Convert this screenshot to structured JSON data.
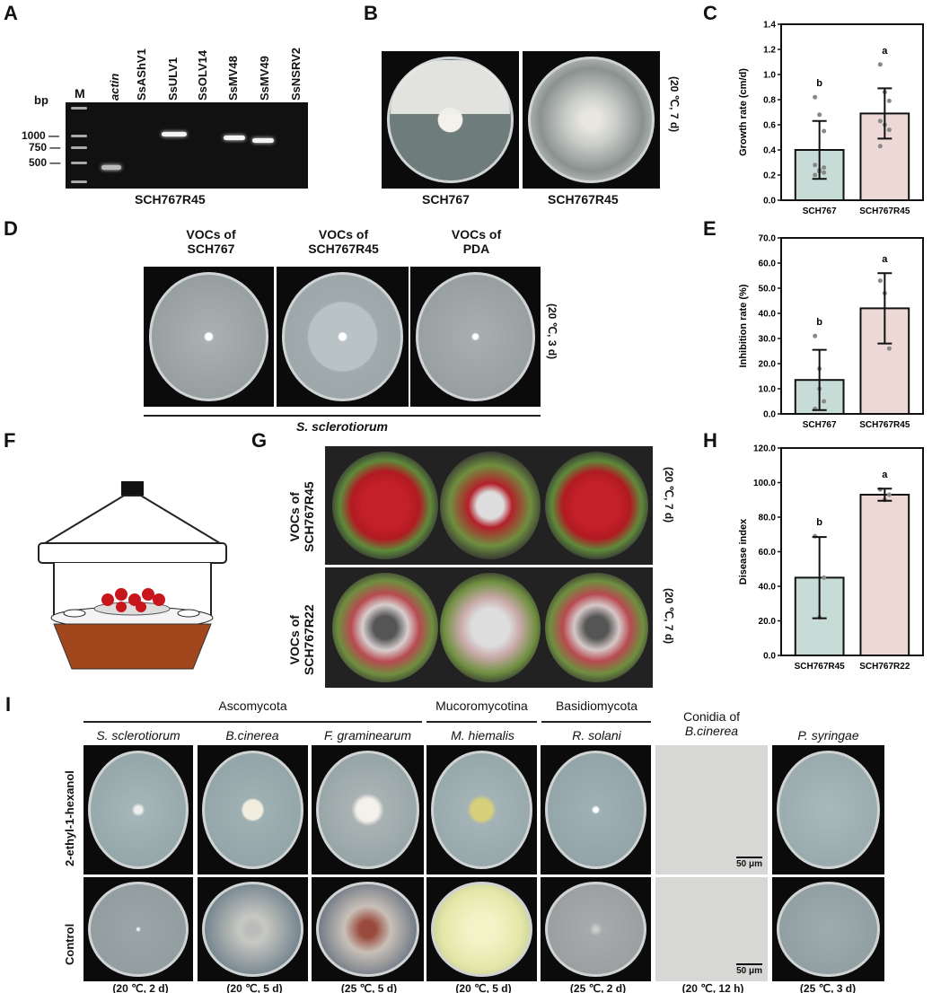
{
  "panels": {
    "a": "A",
    "b": "B",
    "c": "C",
    "d": "D",
    "e": "E",
    "f": "F",
    "g": "G",
    "h": "H",
    "i": "I"
  },
  "panel_a": {
    "bp": "bp",
    "marker": "M",
    "lanes": [
      "actin",
      "SsAShV1",
      "SsULV1",
      "SsOLV14",
      "SsMV48",
      "SsMV49",
      "SsNSRV2"
    ],
    "sizes": [
      "1000",
      "750",
      "500"
    ],
    "strain": "SCH767R45"
  },
  "panel_b": {
    "labels": [
      "SCH767",
      "SCH767R45"
    ],
    "condition": "(20 ℃, 7 d)"
  },
  "panel_d": {
    "labels": [
      [
        "VOCs of",
        "SCH767"
      ],
      [
        "VOCs of",
        "SCH767R45"
      ],
      [
        "VOCs of",
        "PDA"
      ]
    ],
    "condition": "(20 ℃, 3 d)",
    "organism": "S. sclerotiorum"
  },
  "panel_g": {
    "rows": [
      [
        "VOCs of",
        "SCH767R45"
      ],
      [
        "VOCs of",
        "SCH767R22"
      ]
    ],
    "condition": "(20 ℃, 7 d)"
  },
  "panel_i": {
    "groups": [
      "Ascomycota",
      "Mucoromycotina",
      "Basidiomycota"
    ],
    "species": [
      "S. sclerotiorum",
      "B.cinerea",
      "F. graminearum",
      "M. hiemalis",
      "R. solani",
      "Conidia of",
      "B.cinerea",
      "P. syringae"
    ],
    "rows": [
      "2-ethyl-1-hexanol",
      "Control"
    ],
    "scale": "50 μm",
    "conditions": [
      "(20 ℃, 2 d)",
      "(20 ℃, 5 d)",
      "(25 ℃, 5 d)",
      "(20 ℃, 5 d)",
      "(25 ℃, 2 d)",
      "(20 ℃, 12 h)",
      "(25 ℃, 3 d)"
    ]
  },
  "colors": {
    "bar1": "#c7dcd7",
    "bar2": "#ecd9d6",
    "point": "#888888"
  },
  "chart_data": [
    {
      "type": "bar",
      "id": "C",
      "ylabel": "Growth rate (cm/d)",
      "ylim": [
        0,
        1.4
      ],
      "yticks": [
        0.0,
        0.2,
        0.4,
        0.6,
        0.8,
        1.0,
        1.2,
        1.4
      ],
      "decimals": 1,
      "categories": [
        "SCH767",
        "SCH767R45"
      ],
      "values": [
        0.4,
        0.69
      ],
      "errors": [
        0.23,
        0.2
      ],
      "letters": [
        "b",
        "a"
      ],
      "points": [
        [
          0.82,
          0.68,
          0.55,
          0.28,
          0.24,
          0.22,
          0.2,
          0.23,
          0.26
        ],
        [
          1.08,
          0.86,
          0.79,
          0.63,
          0.6,
          0.56,
          0.43
        ]
      ]
    },
    {
      "type": "bar",
      "id": "E",
      "ylabel": "Inhibition rate (%)",
      "ylim": [
        0,
        70
      ],
      "yticks": [
        0,
        10,
        20,
        30,
        40,
        50,
        60,
        70
      ],
      "decimals": 1,
      "categories": [
        "SCH767",
        "SCH767R45"
      ],
      "values": [
        13.5,
        42
      ],
      "errors": [
        12,
        14
      ],
      "letters": [
        "b",
        "a"
      ],
      "points": [
        [
          31,
          18,
          5,
          2,
          10
        ],
        [
          53,
          48,
          26
        ]
      ]
    },
    {
      "type": "bar",
      "id": "H",
      "ylabel": "Disease index",
      "ylim": [
        0,
        120
      ],
      "yticks": [
        0,
        20,
        40,
        60,
        80,
        100,
        120
      ],
      "decimals": 1,
      "categories": [
        "SCH767R45",
        "SCH767R22"
      ],
      "values": [
        45,
        93
      ],
      "errors": [
        23.5,
        3.5
      ],
      "letters": [
        "b",
        "a"
      ],
      "points": [
        [
          69,
          22,
          45
        ],
        [
          96,
          90,
          93
        ]
      ]
    }
  ]
}
